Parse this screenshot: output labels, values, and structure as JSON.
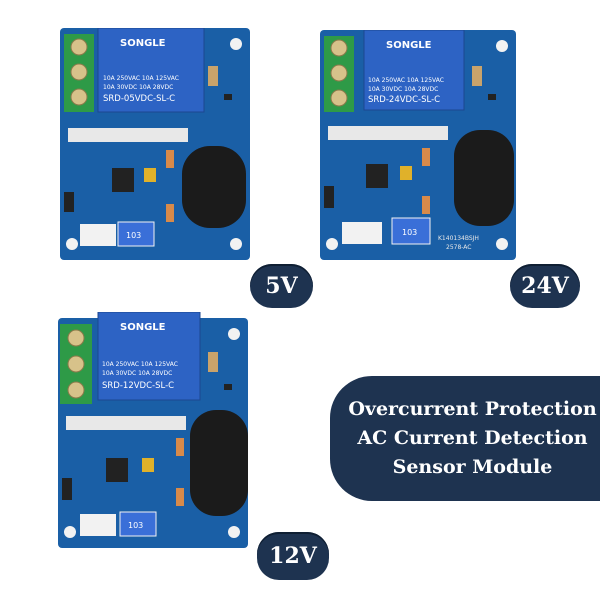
{
  "boards": [
    {
      "voltage_label": "5V",
      "relay": {
        "brand": "SONGLE",
        "line1": "10A 250VAC  10A 125VAC",
        "line2": "10A  30VDC  10A  28VDC",
        "model": "SRD-05VDC-SL-C"
      },
      "pot_label": "103"
    },
    {
      "voltage_label": "24V",
      "relay": {
        "brand": "SONGLE",
        "line1": "10A 250VAC  10A 125VAC",
        "line2": "10A  30VDC  10A  28VDC",
        "model": "SRD-24VDC-SL-C"
      },
      "pot_label": "103",
      "pcb_marking": [
        "K140134BSJH",
        "2578-AC"
      ]
    },
    {
      "voltage_label": "12V",
      "relay": {
        "brand": "SONGLE",
        "line1": "10A 250VAC  10A 125VAC",
        "line2": "10A  30VDC  10A  28VDC",
        "model": "SRD-12VDC-SL-C"
      },
      "pot_label": "103"
    }
  ],
  "title_lines": [
    "Overcurrent Protection",
    "AC Current Detection",
    "Sensor Module"
  ],
  "colors": {
    "pcb": "#1a5fa6",
    "relay": "#2d63c4",
    "terminal": "#2e9a47",
    "badge": "#1e3350",
    "transformer": "#1b1b1b"
  }
}
